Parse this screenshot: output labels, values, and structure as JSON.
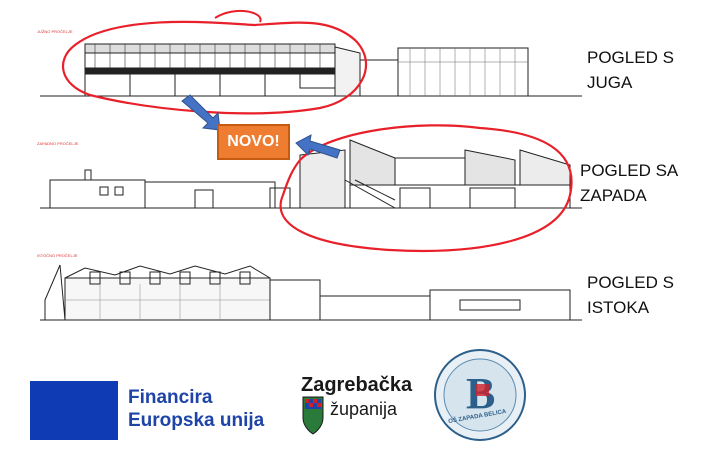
{
  "views": [
    {
      "label": "POGLED S\nJUGA",
      "caption": "JUŽNO PROČELJE"
    },
    {
      "label": "POGLED SA\nZAPADA",
      "caption": "ZAPADNO PROČELJE"
    },
    {
      "label": "POGLED S\nISTOKA",
      "caption": "ISTOČNO PROČELJE"
    }
  ],
  "badge": {
    "label": "NOVO!"
  },
  "logos": {
    "eu": {
      "line1": "Financira",
      "line2": "Europska unija"
    },
    "county": {
      "name": "Zagrebačka",
      "sub": "županija"
    },
    "school": {
      "text": "OŠ ZAPADA BELICA"
    }
  },
  "colors": {
    "highlight_circle": "#e8202a",
    "arrow": "#4472c4",
    "badge": "#ee7d31",
    "eu_blue": "#0f3cb4",
    "eu_star": "#ffdd00"
  }
}
